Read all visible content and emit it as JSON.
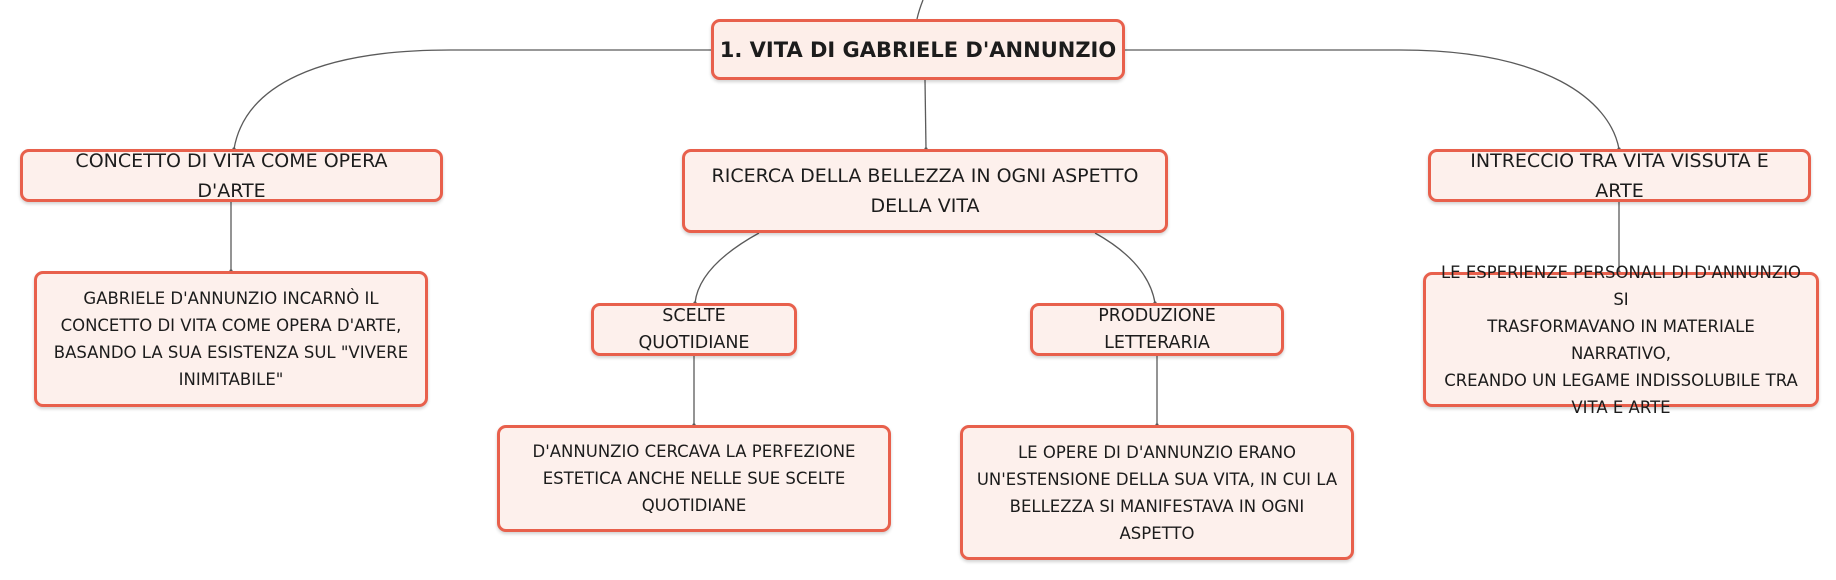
{
  "mindmap": {
    "root": {
      "label": "1. VITA DI GABRIELE D'ANNUNZIO"
    },
    "branches": {
      "concetto": {
        "label": "CONCETTO DI VITA COME OPERA D'ARTE",
        "detail": {
          "lines": [
            "GABRIELE D'ANNUNZIO INCARNÒ IL",
            "CONCETTO DI VITA COME OPERA D'ARTE,",
            "BASANDO LA SUA ESISTENZA SUL \"VIVERE",
            "INIMITABILE\""
          ]
        }
      },
      "ricerca": {
        "lines": [
          "RICERCA DELLA BELLEZZA IN OGNI ASPETTO",
          "DELLA VITA"
        ],
        "scelte": {
          "label": "SCELTE QUOTIDIANE",
          "detail": {
            "lines": [
              "D'ANNUNZIO CERCAVA LA PERFEZIONE",
              "ESTETICA ANCHE NELLE SUE SCELTE",
              "QUOTIDIANE"
            ]
          }
        },
        "produzione": {
          "label": "PRODUZIONE LETTERARIA",
          "detail": {
            "lines": [
              "LE OPERE DI D'ANNUNZIO ERANO",
              "UN'ESTENSIONE DELLA SUA VITA, IN CUI LA",
              "BELLEZZA SI MANIFESTAVA IN OGNI ASPETTO"
            ]
          }
        }
      },
      "intreccio": {
        "label": "INTRECCIO TRA VITA VISSUTA E ARTE",
        "detail": {
          "lines": [
            "LE ESPERIENZE PERSONALI DI D'ANNUNZIO SI",
            "TRASFORMAVANO IN MATERIALE NARRATIVO,",
            "CREANDO UN LEGAME INDISSOLUBILE TRA",
            "VITA E ARTE"
          ]
        }
      }
    }
  },
  "style": {
    "node_border": "#e8604c",
    "node_fill": "#fdf0ec",
    "connector": "#5a5a5a"
  }
}
